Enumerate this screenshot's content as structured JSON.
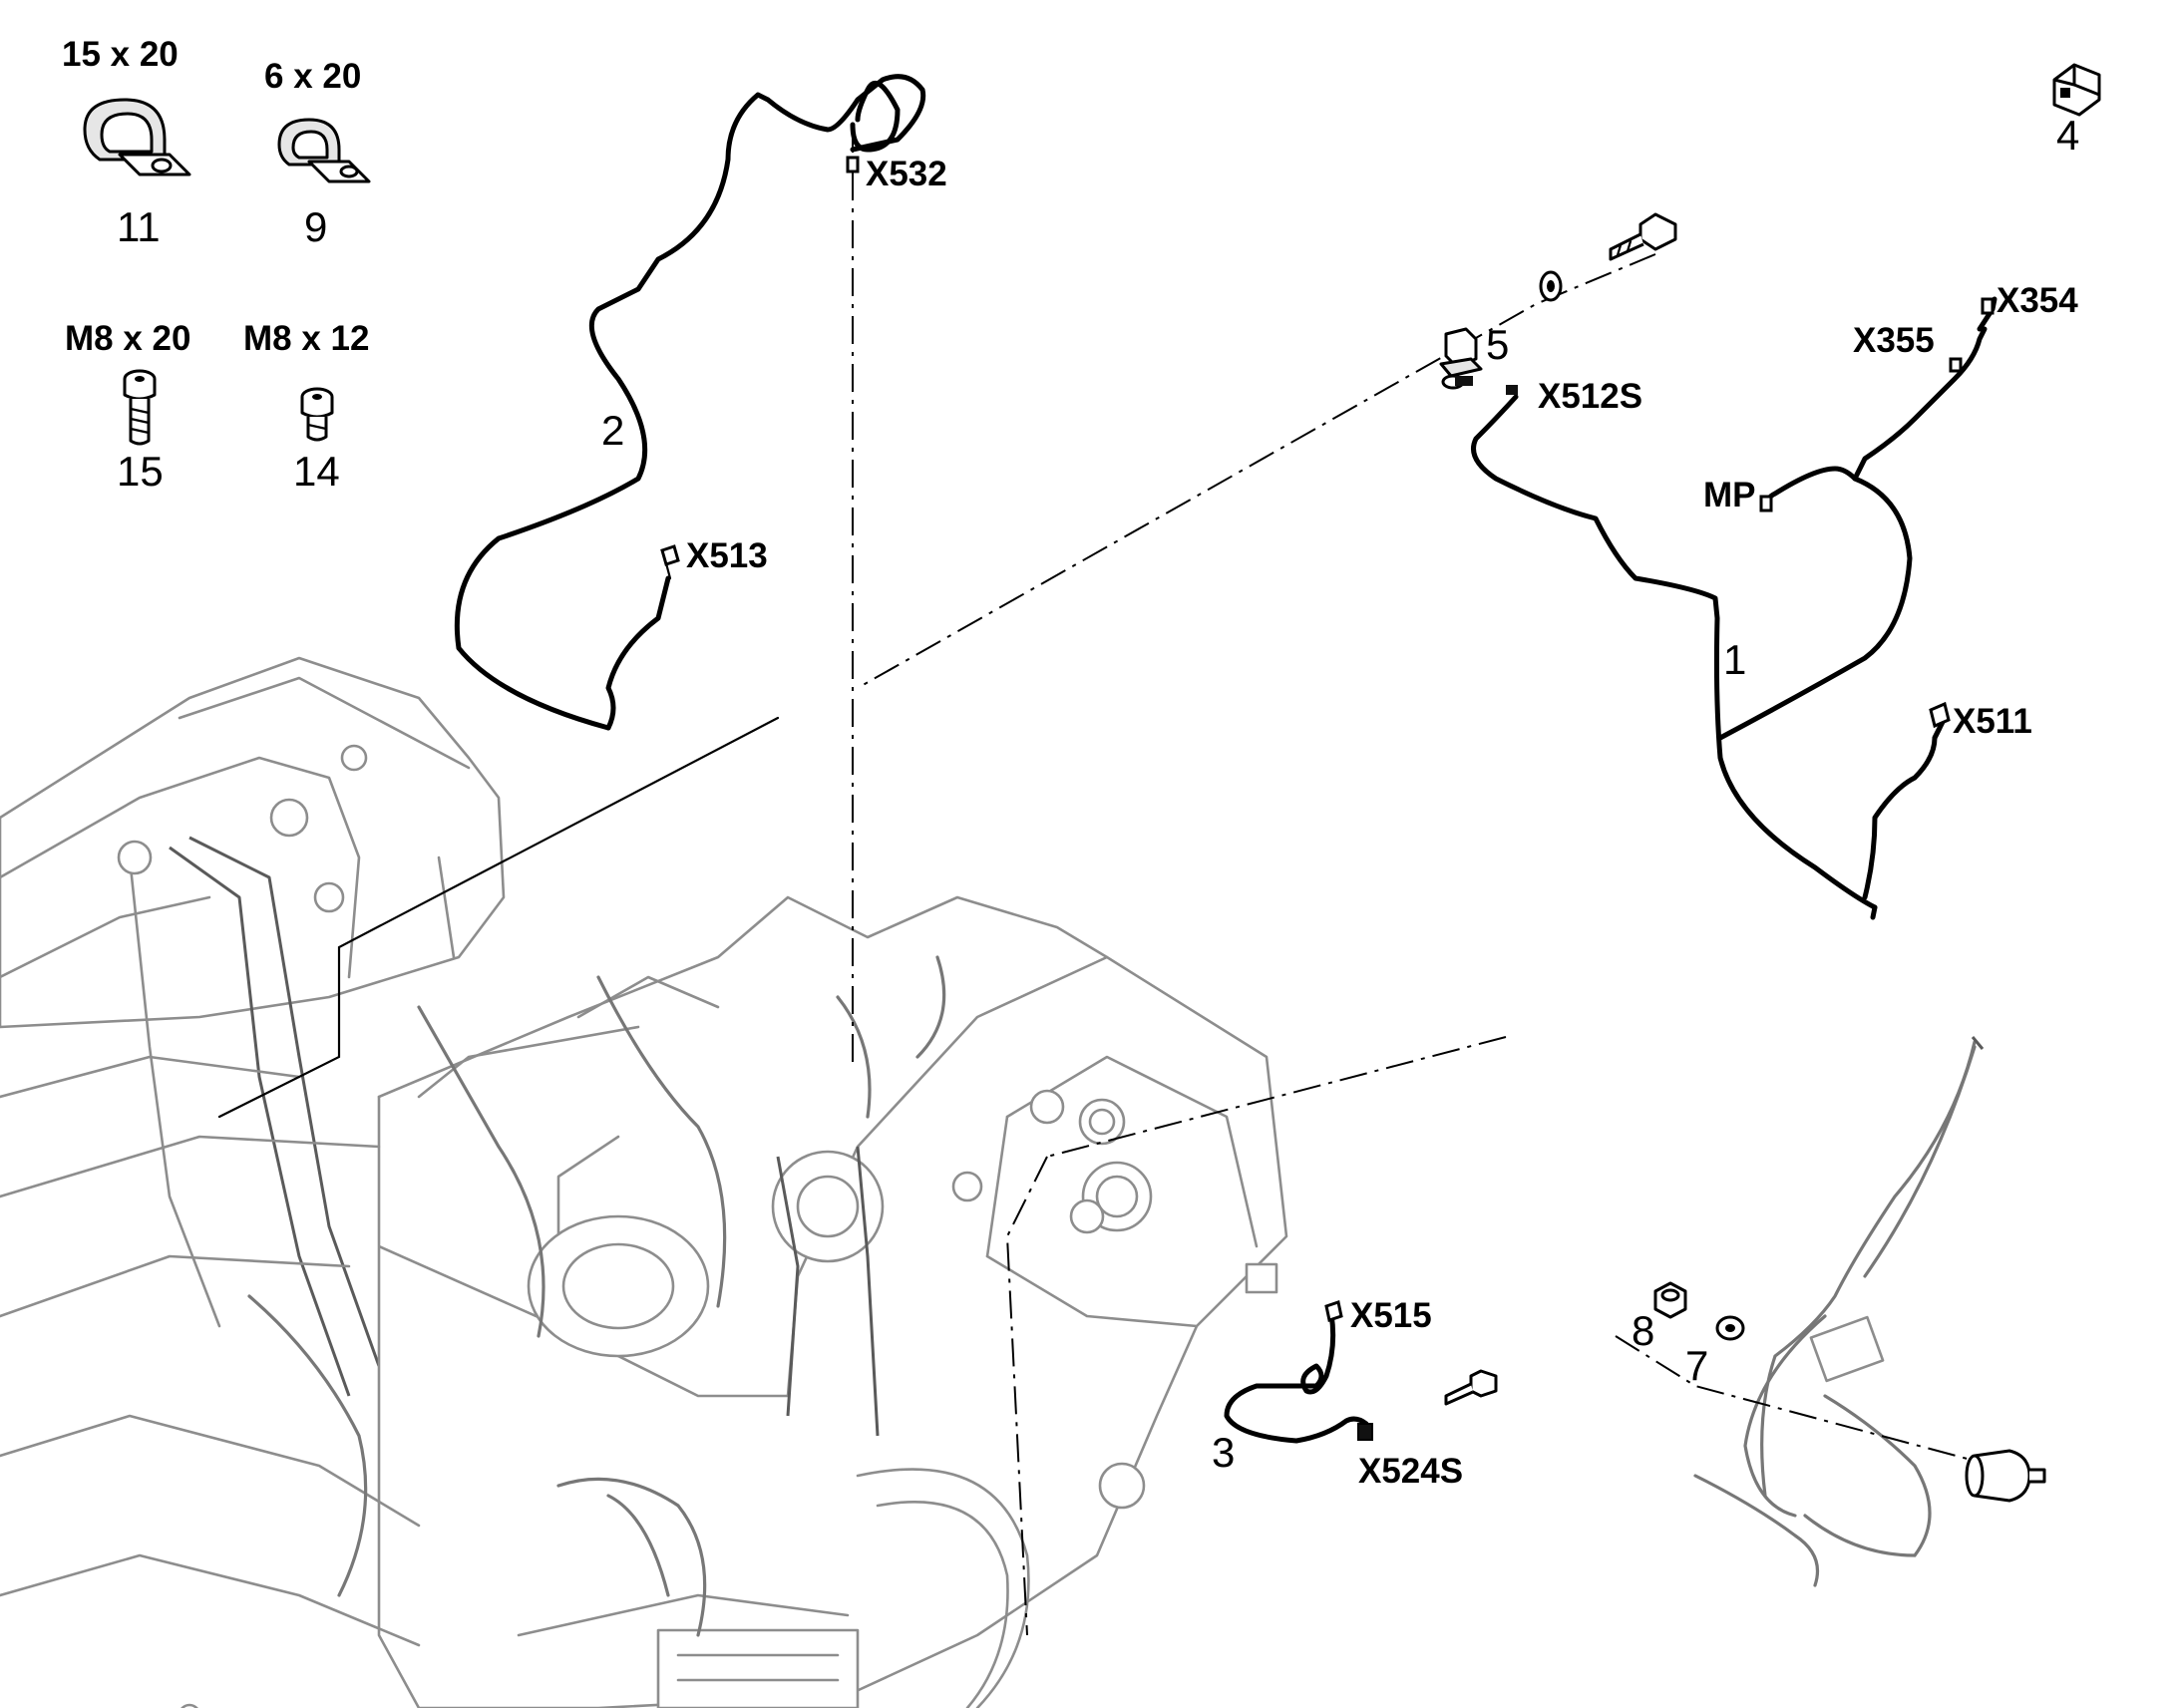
{
  "title": "",
  "hardware_callouts": [
    {
      "id": "clamp-11",
      "size_label": "15 x 20",
      "item_number": "11"
    },
    {
      "id": "clamp-9",
      "size_label": "6 x 20",
      "item_number": "9"
    },
    {
      "id": "screw-15",
      "size_label": "M8 x 20",
      "item_number": "15"
    },
    {
      "id": "screw-14",
      "size_label": "M8 x 12",
      "item_number": "14"
    }
  ],
  "item_numbers": {
    "harness_1": "1",
    "harness_2": "2",
    "harness_3": "3",
    "connector_4": "4",
    "sensor_5": "5",
    "washer_7": "7",
    "nut_8": "8"
  },
  "connector_labels": {
    "x532": "X532",
    "x513": "X513",
    "x512s": "X512S",
    "x354": "X354",
    "x355": "X355",
    "mp": "MP",
    "x511": "X511",
    "x515": "X515",
    "x524s": "X524S"
  },
  "icons": [
    "p-clamp-icon",
    "socket-screw-icon",
    "connector-housing-icon",
    "sensor-icon",
    "hex-nut-icon",
    "washer-icon",
    "proximity-switch-icon"
  ],
  "colors": {
    "line": "#000000",
    "machine": "#8d8d8d",
    "background": "#ffffff"
  }
}
